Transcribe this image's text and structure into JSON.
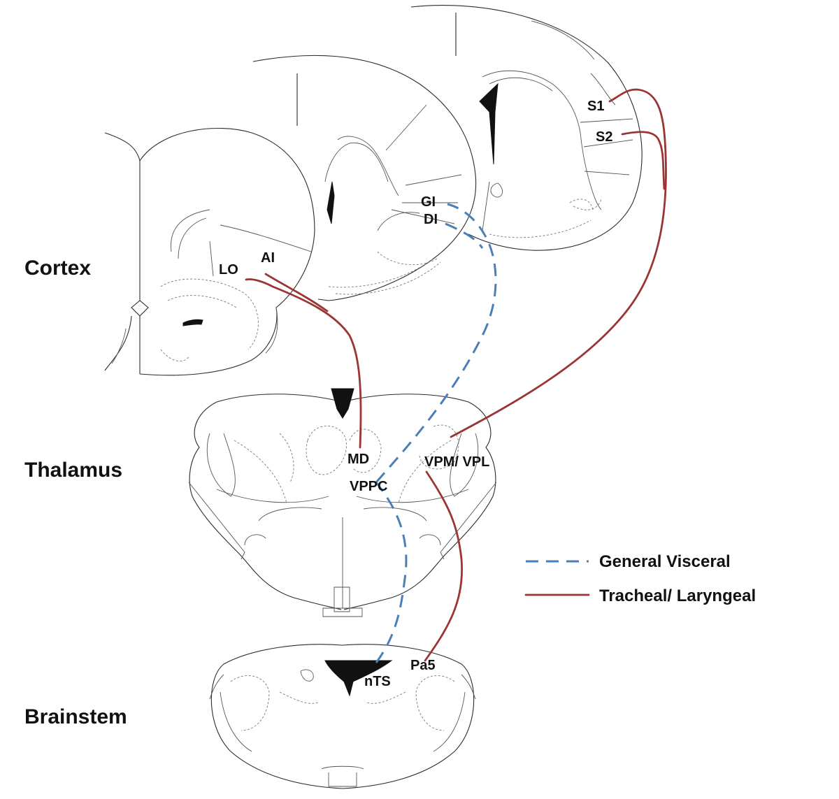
{
  "sections": {
    "cortex": "Cortex",
    "thalamus": "Thalamus",
    "brainstem": "Brainstem"
  },
  "regions": {
    "lo": "LO",
    "ai": "AI",
    "gi": "GI",
    "di": "DI",
    "s1": "S1",
    "s2": "S2",
    "md": "MD",
    "vppc": "VPPC",
    "vpm_vpl": "VPM/ VPL",
    "nts": "nTS",
    "pa5": "Pa5"
  },
  "legend": {
    "general_visceral": "General Visceral",
    "tracheal_laryngeal": "Tracheal/ Laryngeal"
  },
  "colors": {
    "general_visceral": "#4a7fb8",
    "tracheal_laryngeal": "#9b3535"
  }
}
